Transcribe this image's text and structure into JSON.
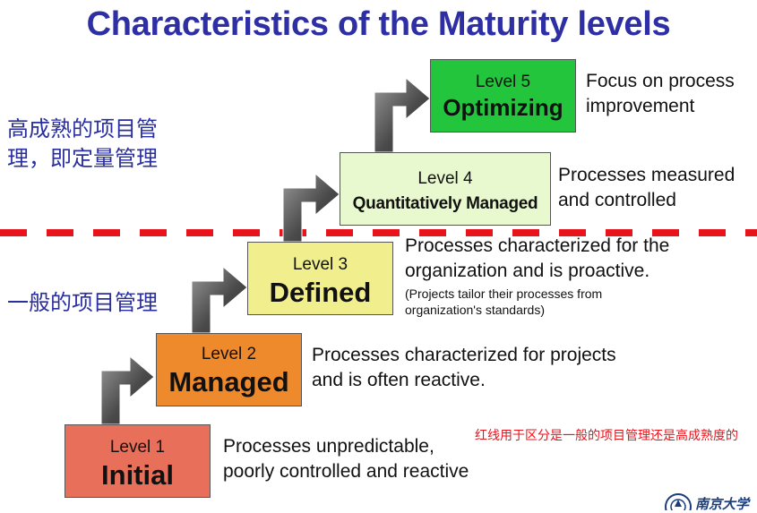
{
  "title": "Characteristics of the Maturity levels",
  "upper_label": "高成熟的项目管理，即定量管理",
  "upper_label_lines": [
    "高成熟的项目管",
    "理，即定量管理"
  ],
  "lower_label": "一般的项目管理",
  "red_note": "红线用于区分是一般的项目管理还是高成熟度的",
  "levels": [
    {
      "level": "Level 1",
      "name": "Initial",
      "color": "#e8705a",
      "description": [
        "Processes unpredictable,",
        "poorly controlled and reactive"
      ]
    },
    {
      "level": "Level 2",
      "name": "Managed",
      "color": "#ef8a2c",
      "description": [
        "Processes characterized for projects",
        "and is often reactive."
      ]
    },
    {
      "level": "Level 3",
      "name": "Defined",
      "color": "#f1ee8e",
      "description": [
        "Processes characterized for the",
        "organization and is proactive."
      ],
      "note": [
        "(Projects tailor their processes from",
        "organization's standards)"
      ]
    },
    {
      "level": "Level 4",
      "name": "Quantitatively Managed",
      "color": "#e9f9cf",
      "description": [
        "Processes measured",
        "and controlled"
      ]
    },
    {
      "level": "Level 5",
      "name": "Optimizing",
      "color": "#22c53c",
      "description": [
        "Focus on process",
        "improvement"
      ]
    }
  ],
  "logo": {
    "text": "南京大学"
  },
  "colors": {
    "title": "#2e2fa5",
    "divider": "#e8141c",
    "arrow_dark": "#3a3a3a",
    "arrow_light": "#9a9a9a"
  }
}
